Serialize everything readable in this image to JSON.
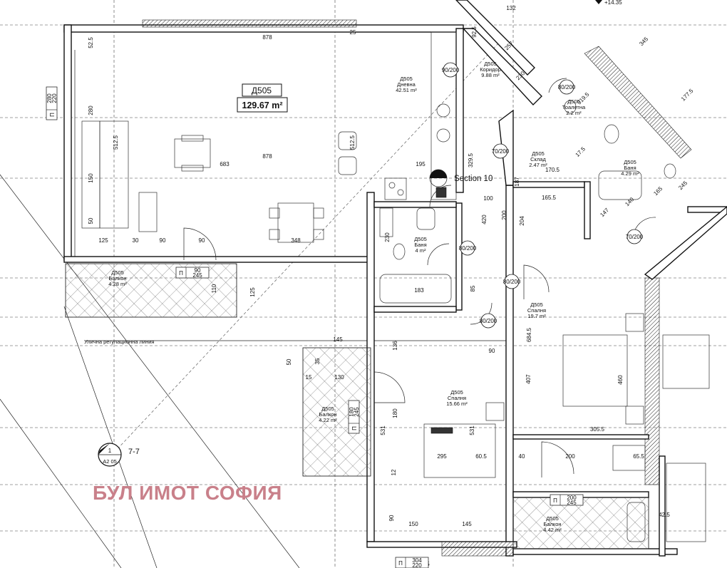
{
  "apartment": {
    "name": "Д505",
    "area": "129.67 m²"
  },
  "rooms": [
    {
      "name": "Д505",
      "type": "Дневна",
      "area": "42.51 m²"
    },
    {
      "name": "Д505",
      "type": "Коридор",
      "area": "9.88 m²"
    },
    {
      "name": "Д505",
      "type": "Тоалетна",
      "area": "2.2 m²"
    },
    {
      "name": "Д505",
      "type": "Склад",
      "area": "2.47 m²"
    },
    {
      "name": "Д505",
      "type": "Баня",
      "area": "4.29 m²"
    },
    {
      "name": "Д505",
      "type": "Баня",
      "area": "4 m²"
    },
    {
      "name": "Д505",
      "type": "Спалня",
      "area": "19.7 m²"
    },
    {
      "name": "Д505",
      "type": "Спалня",
      "area": "15.66 m²"
    },
    {
      "name": "Д505",
      "type": "Балкон",
      "area": "4.28 m²"
    },
    {
      "name": "Д505",
      "type": "Балкон",
      "area": "4.22 m²"
    },
    {
      "name": "Д505",
      "type": "Балкон",
      "area": "4.42 m²"
    }
  ],
  "dimensions": [
    "878",
    "878",
    "683",
    "195",
    "348",
    "125",
    "30",
    "90",
    "90",
    "512.5",
    "512.5",
    "280",
    "150",
    "50",
    "52.5",
    "329.5",
    "100",
    "165.5",
    "170.5",
    "147",
    "140",
    "165",
    "245",
    "183",
    "230",
    "420",
    "85",
    "200",
    "90",
    "136",
    "145",
    "130",
    "35",
    "50",
    "15",
    "110",
    "125",
    "180",
    "531",
    "531",
    "295",
    "684.5",
    "460",
    "407",
    "305.5",
    "65.5",
    "40",
    "200",
    "150",
    "145",
    "42.5",
    "25",
    "132",
    "257",
    "230",
    "92.5",
    "177.5",
    "345",
    "919.5",
    "17.5",
    "204",
    "187",
    "60.5",
    "12",
    "90",
    "125",
    "30"
  ],
  "door_tags": [
    "90/200",
    "70/200",
    "80/200",
    "80/200",
    "80/200",
    "70/200",
    "80/200"
  ],
  "window_tags": [
    {
      "p": "П",
      "w": "280",
      "h": "220"
    },
    {
      "p": "П",
      "w": "90",
      "h": "245"
    },
    {
      "p": "П",
      "w": "200",
      "h": "245"
    },
    {
      "p": "П",
      "w": "180",
      "h": "245"
    },
    {
      "p": "П",
      "w": "304",
      "h": "220"
    }
  ],
  "section_label": "Section 10",
  "regulation_line": "Улична регулационна линия",
  "marker": {
    "number": "1",
    "sheet": "A2 05",
    "ref": "7-7"
  },
  "elevation": "+14.35",
  "watermark": "БУЛ ИМОТ СОФИЯ"
}
